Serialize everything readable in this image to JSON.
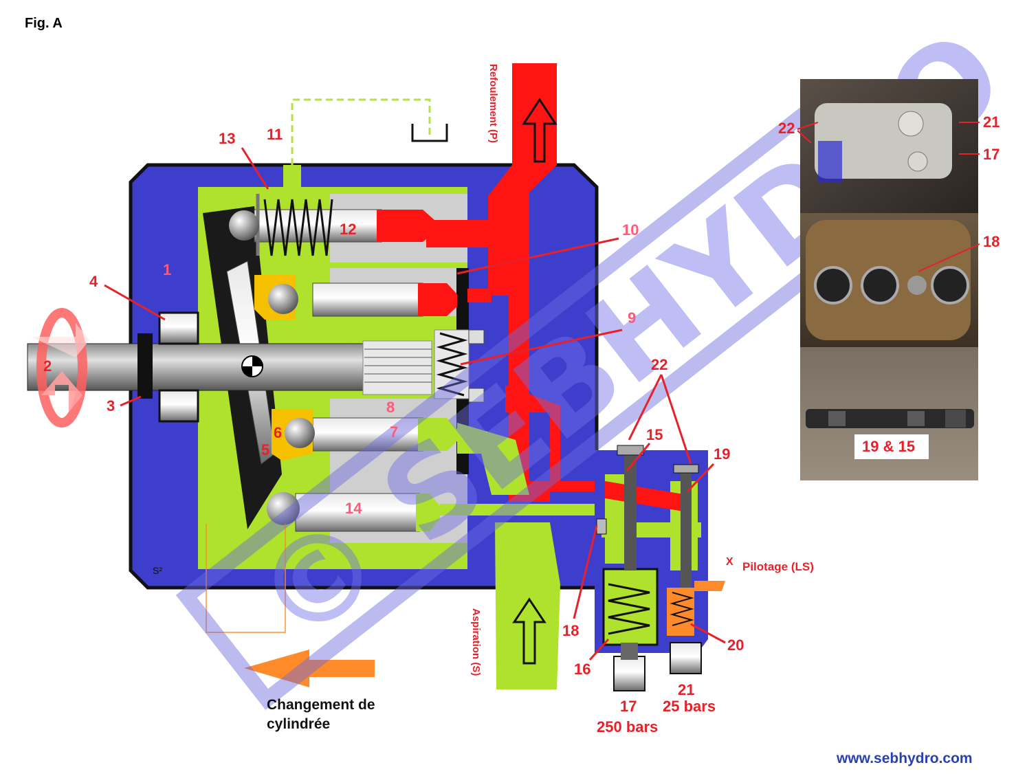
{
  "figure_title": "Fig. A",
  "website": "www.sebhydro.com",
  "watermark": "© SEBHYDRO",
  "labels": {
    "n1": "1",
    "n2": "2",
    "n3": "3",
    "n4": "4",
    "n5": "5",
    "n6": "6",
    "n7": "7",
    "n8": "8",
    "n9": "9",
    "n10": "10",
    "n11": "11",
    "n12": "12",
    "n13": "13",
    "n14": "14",
    "n15": "15",
    "n16": "16",
    "n17": "17",
    "n18": "18",
    "n19": "19",
    "n20": "20",
    "n21": "21",
    "n22": "22"
  },
  "ports": {
    "refoulement": "Refoulement (P)",
    "aspiration": "Aspiration (S)",
    "pilotage_x": "X",
    "pilotage": "Pilotage (LS)",
    "s2": "S²"
  },
  "settings": {
    "valve17_pressure": "250 bars",
    "valve21_pressure": "25 bars"
  },
  "displacement_change": {
    "line1": "Changement de",
    "line2": "cylindrée"
  },
  "photos": {
    "top_left": "22",
    "top_right_1": "21",
    "top_right_2": "17",
    "middle": "18",
    "bottom": "19 & 15"
  },
  "colors": {
    "housing": "#3d3fcc",
    "internal": "#aee22c",
    "pressure": "#ff1414",
    "orange": "#ff8a2a",
    "yellow": "#f5c000",
    "grey": "#b8b8b8"
  }
}
